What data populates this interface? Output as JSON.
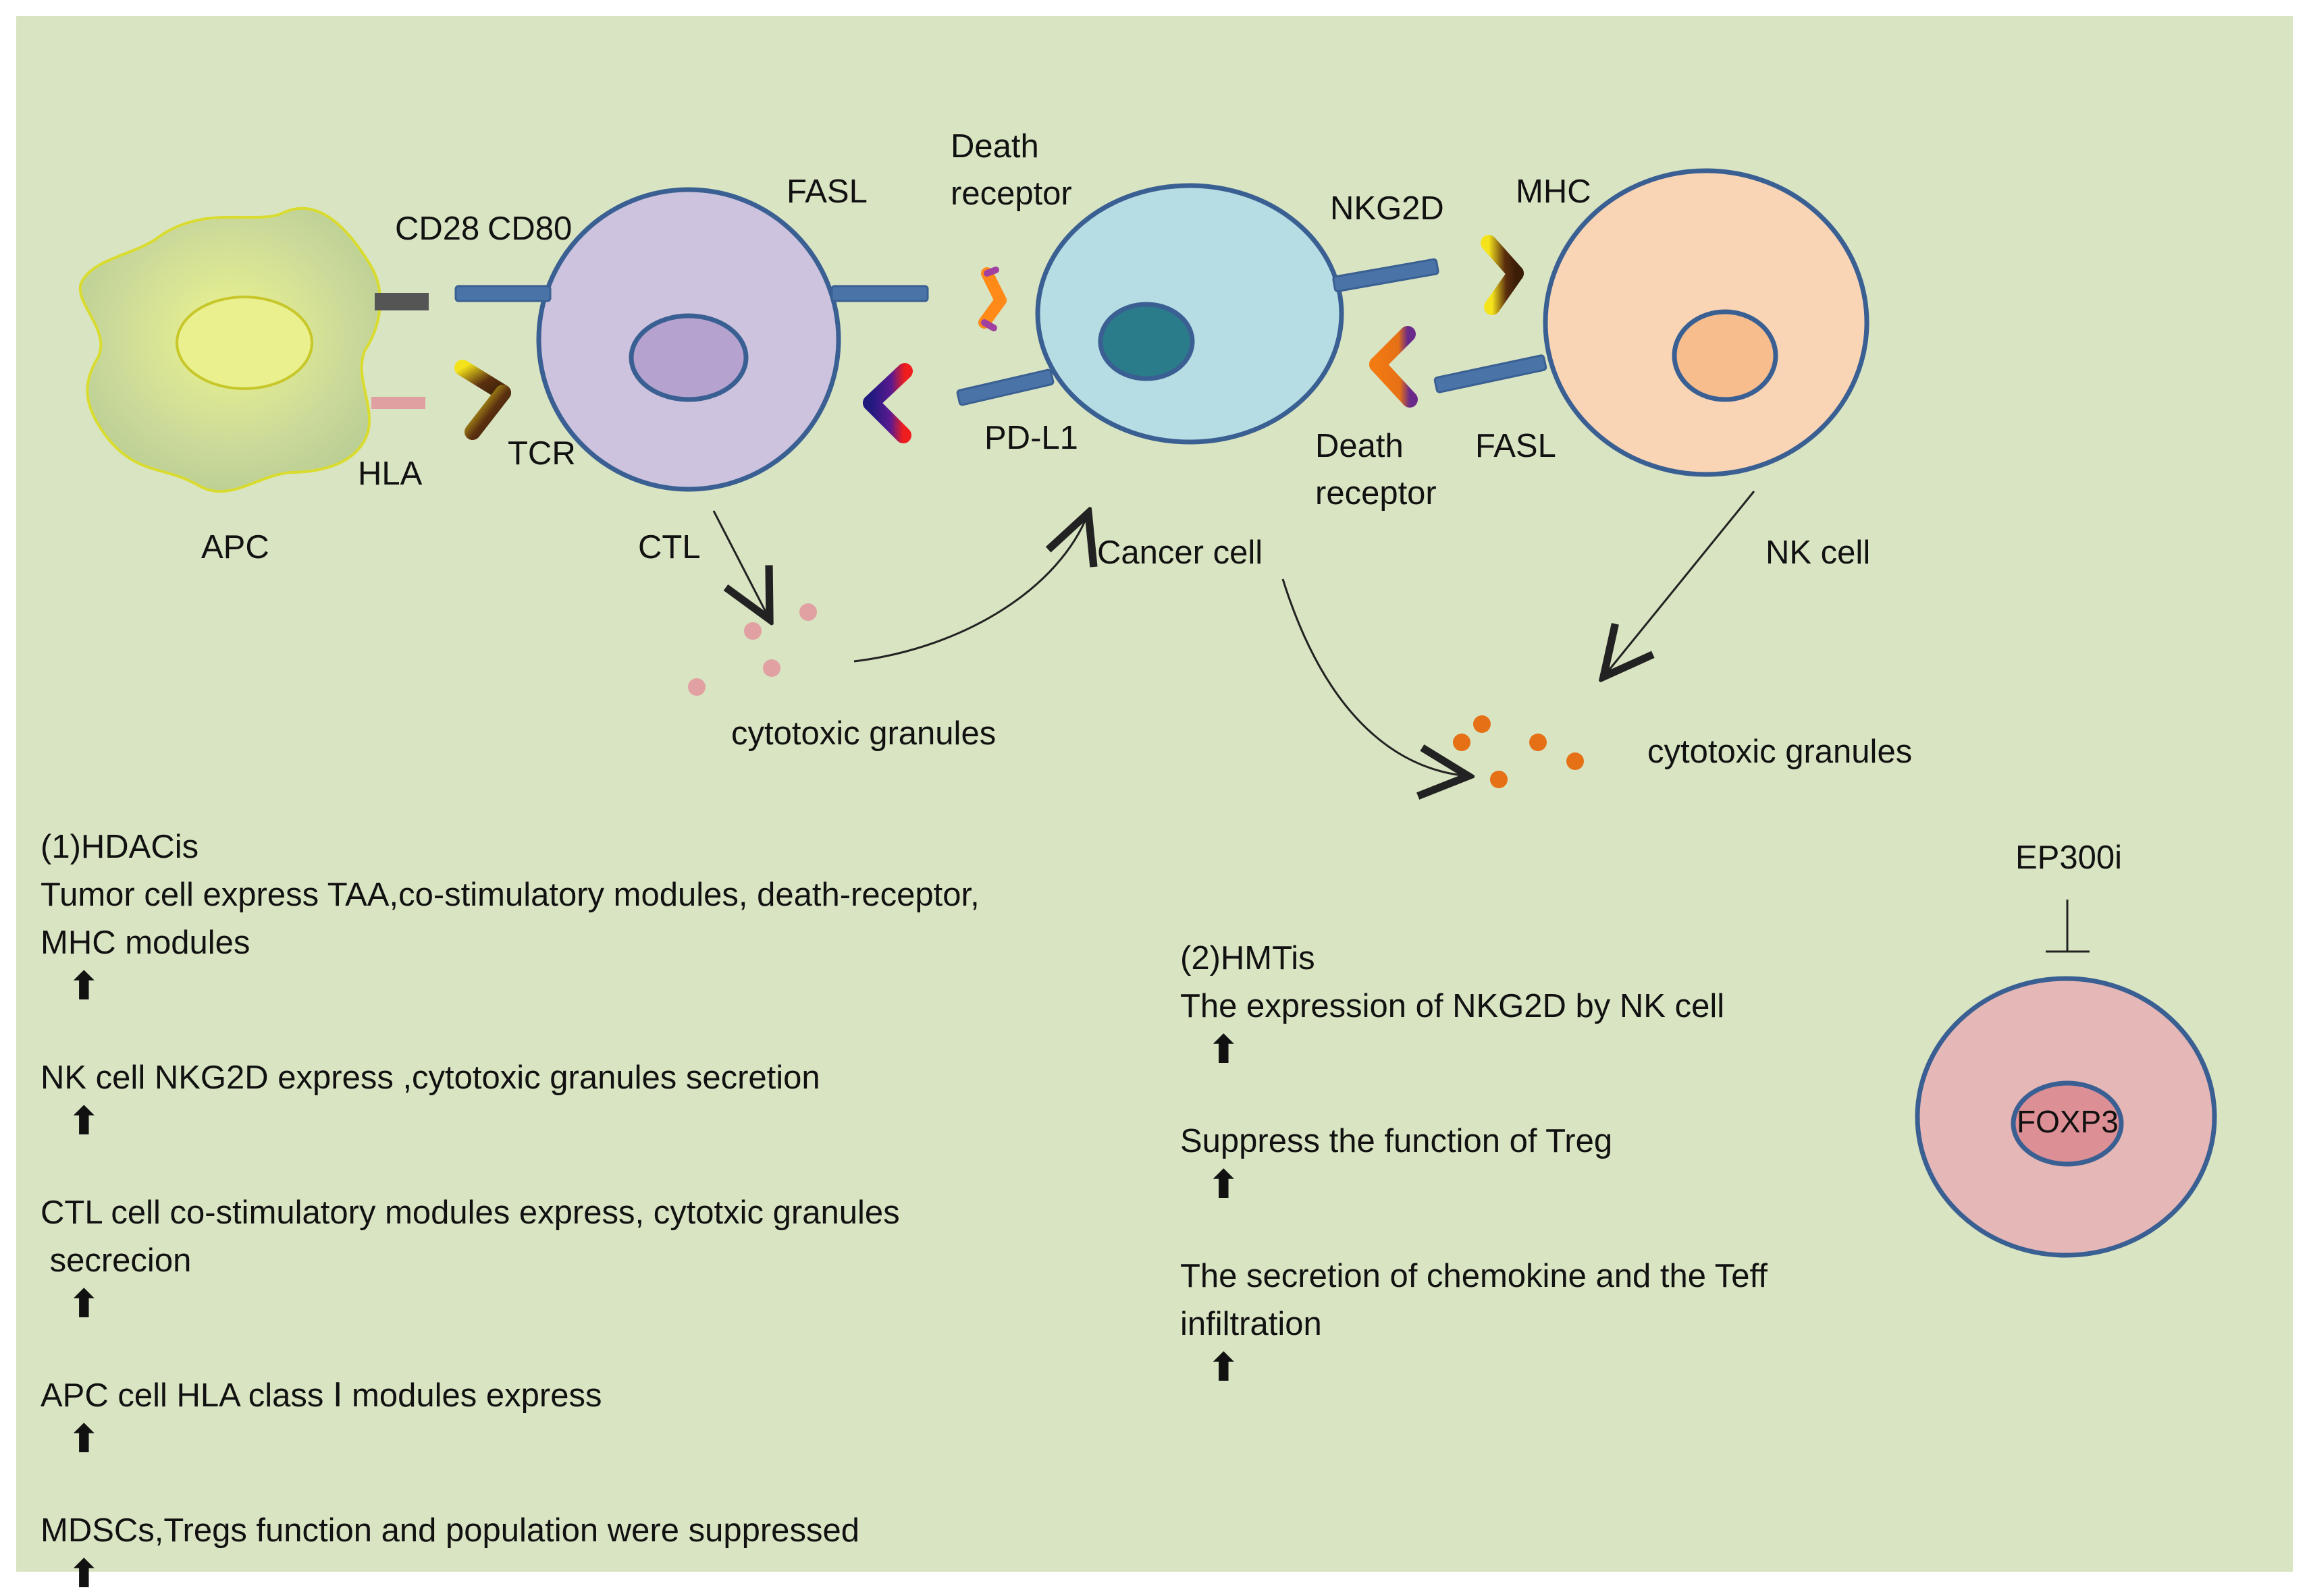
{
  "diagram": {
    "labels": {
      "cd28": "CD28",
      "cd80": "CD80",
      "hla": "HLA",
      "tcr": "TCR",
      "apc": "APC",
      "ctl": "CTL",
      "fasl_ctl": "FASL",
      "death_receptor_top_1": "Death",
      "death_receptor_top_2": "receptor",
      "pdl1": "PD-L1",
      "cancer_cell": "Cancer cell",
      "nkg2d": "NKG2D",
      "mhc": "MHC",
      "death_receptor_bottom_1": "Death",
      "death_receptor_bottom_2": "receptor",
      "fasl_nk": "FASL",
      "nk_cell": "NK cell",
      "cytotoxic_granules_ctl": "cytotoxic granules",
      "cytotoxic_granules_nk": "cytotoxic granules",
      "ep300i": "EP300i",
      "foxp3": "FOXP3"
    },
    "colors": {
      "background": "#d9e4c2",
      "cell_outline": "#3a5f92",
      "ctl_fill": "#cdc3de",
      "ctl_nucleus": "#b6a2cf",
      "cancer_fill": "#b6dce4",
      "cancer_nucleus": "#2b7c8a",
      "nk_fill": "#f9d5b6",
      "nk_nucleus": "#f7bd8d",
      "apc_fill": "#e8f08a",
      "treg_fill": "#e5b7b7",
      "treg_nucleus": "#dc8f95",
      "granule_pink": "#e1a0a2",
      "granule_orange": "#e57016"
    }
  },
  "hdacis": {
    "title": "(1)HDACis",
    "items": [
      {
        "lines": [
          "Tumor   cell express TAA,co-stimulatory modules, death-receptor,",
          "MHC modules"
        ],
        "arrow": "⬆"
      },
      {
        "lines": [
          "NK cell NKG2D express ,cytotoxic granules secretion"
        ],
        "arrow": "⬆"
      },
      {
        "lines": [
          "CTL cell co-stimulatory modules express, cytotxic granules",
          " secrecion"
        ],
        "arrow": "⬆"
      },
      {
        "lines": [
          "APC cell HLA class Ⅰ modules express"
        ],
        "arrow": "⬆"
      },
      {
        "lines": [
          "MDSCs,Tregs function and population were suppressed"
        ],
        "arrow": "⬆"
      }
    ]
  },
  "hmtis": {
    "title": "(2)HMTis",
    "items": [
      {
        "lines": [
          "The expression of NKG2D by  NK cell"
        ],
        "arrow": "⬆"
      },
      {
        "lines": [
          "Suppress the function of Treg"
        ],
        "arrow": "⬆"
      },
      {
        "lines": [
          "The secretion of  chemokine and the Teff",
          "infiltration"
        ],
        "arrow": "⬆"
      }
    ]
  }
}
